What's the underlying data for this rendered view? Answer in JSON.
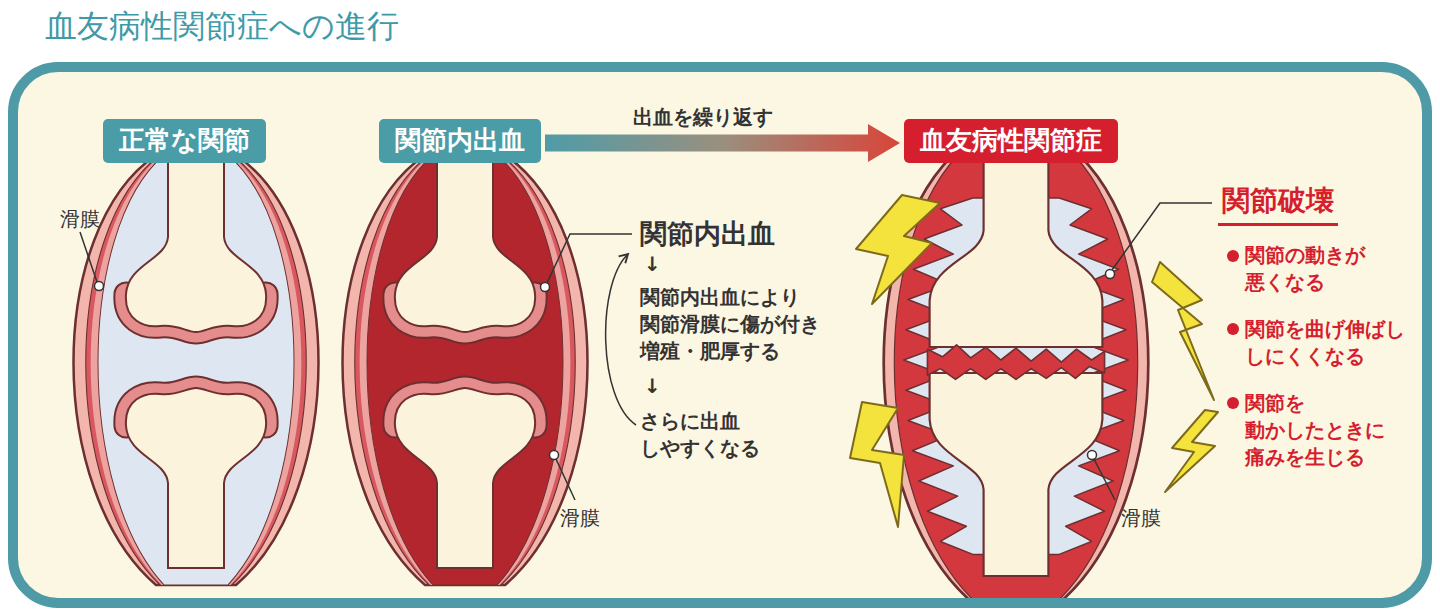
{
  "diagram": {
    "title": "血友病性関節症への進行",
    "nodes": [
      {
        "text": [
          "正常な関節"
        ]
      },
      {
        "text": [
          "関節内出血"
        ]
      },
      {
        "text": [
          "血友病性関節症"
        ]
      }
    ],
    "edges": [
      {
        "from": 1,
        "to": 2,
        "label": "出血を繰り返す",
        "arrow": "to"
      }
    ],
    "labels": [
      "滑膜",
      "関節内出血",
      "↓",
      "関節内出血により 関節滑膜に傷が付き 増殖・肥厚する",
      "↓",
      "さらに出血 しやすくなる",
      "滑膜",
      "関節破壊",
      "関節の動きが 悪くなる",
      "関節を曲げ伸ばし しにくくなる",
      "関節を 動かしたときに 痛みを生じる",
      "滑膜"
    ]
  }
}
